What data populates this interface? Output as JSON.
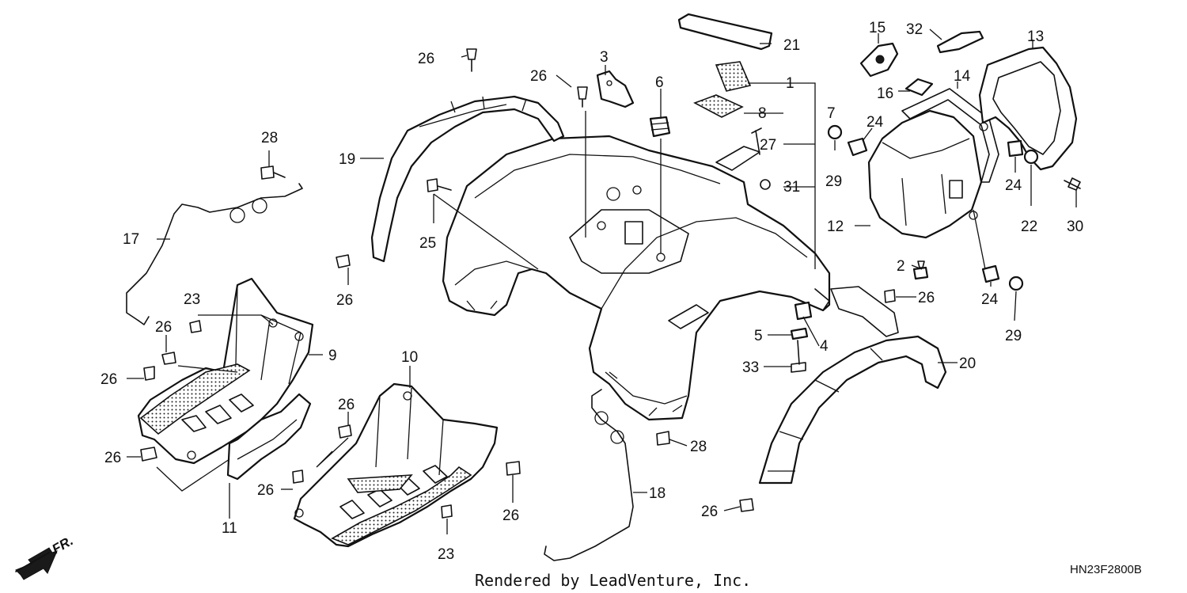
{
  "diagram": {
    "diagram_code": "HN23F2800B",
    "credit": "Rendered by LeadVenture, Inc.",
    "direction_label": "FR.",
    "callouts": {
      "c1": "1",
      "c2": "2",
      "c3": "3",
      "c4": "4",
      "c5": "5",
      "c6": "6",
      "c7": "7",
      "c8": "8",
      "c9": "9",
      "c10": "10",
      "c11": "11",
      "c12": "12",
      "c13": "13",
      "c14": "14",
      "c15": "15",
      "c16": "16",
      "c17": "17",
      "c18": "18",
      "c19": "19",
      "c20": "20",
      "c21": "21",
      "c22": "22",
      "c23": "23",
      "c24": "24",
      "c25": "25",
      "c26": "26",
      "c27": "27",
      "c28": "28",
      "c29": "29",
      "c30": "30",
      "c31": "31",
      "c32": "32",
      "c33": "33"
    }
  }
}
